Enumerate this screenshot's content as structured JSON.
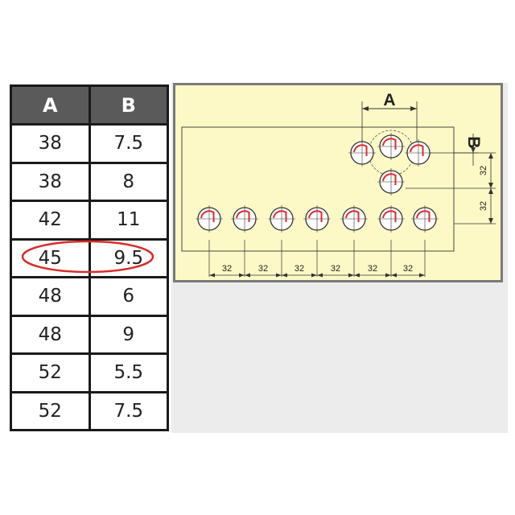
{
  "table": {
    "headers": [
      "A",
      "B"
    ],
    "rows": [
      [
        "38",
        "7.5"
      ],
      [
        "38",
        "8"
      ],
      [
        "42",
        "11"
      ],
      [
        "45",
        "9.5"
      ],
      [
        "48",
        "6"
      ],
      [
        "48",
        "9"
      ],
      [
        "52",
        "5.5"
      ],
      [
        "52",
        "7.5"
      ]
    ],
    "highlighted_row": 3,
    "highlight_color": "#d92b2b"
  },
  "diagram": {
    "label_a": "A",
    "label_b": "B",
    "vertical_spacing_1": "32",
    "vertical_spacing_2": "32",
    "horizontal_spacings": [
      "32",
      "32",
      "32",
      "32",
      "32",
      "32"
    ],
    "colors": {
      "background": "#fcf9c6",
      "frame": "#7a7a7a",
      "hinge_arc": "#d92b2b",
      "line": "#333333"
    }
  }
}
